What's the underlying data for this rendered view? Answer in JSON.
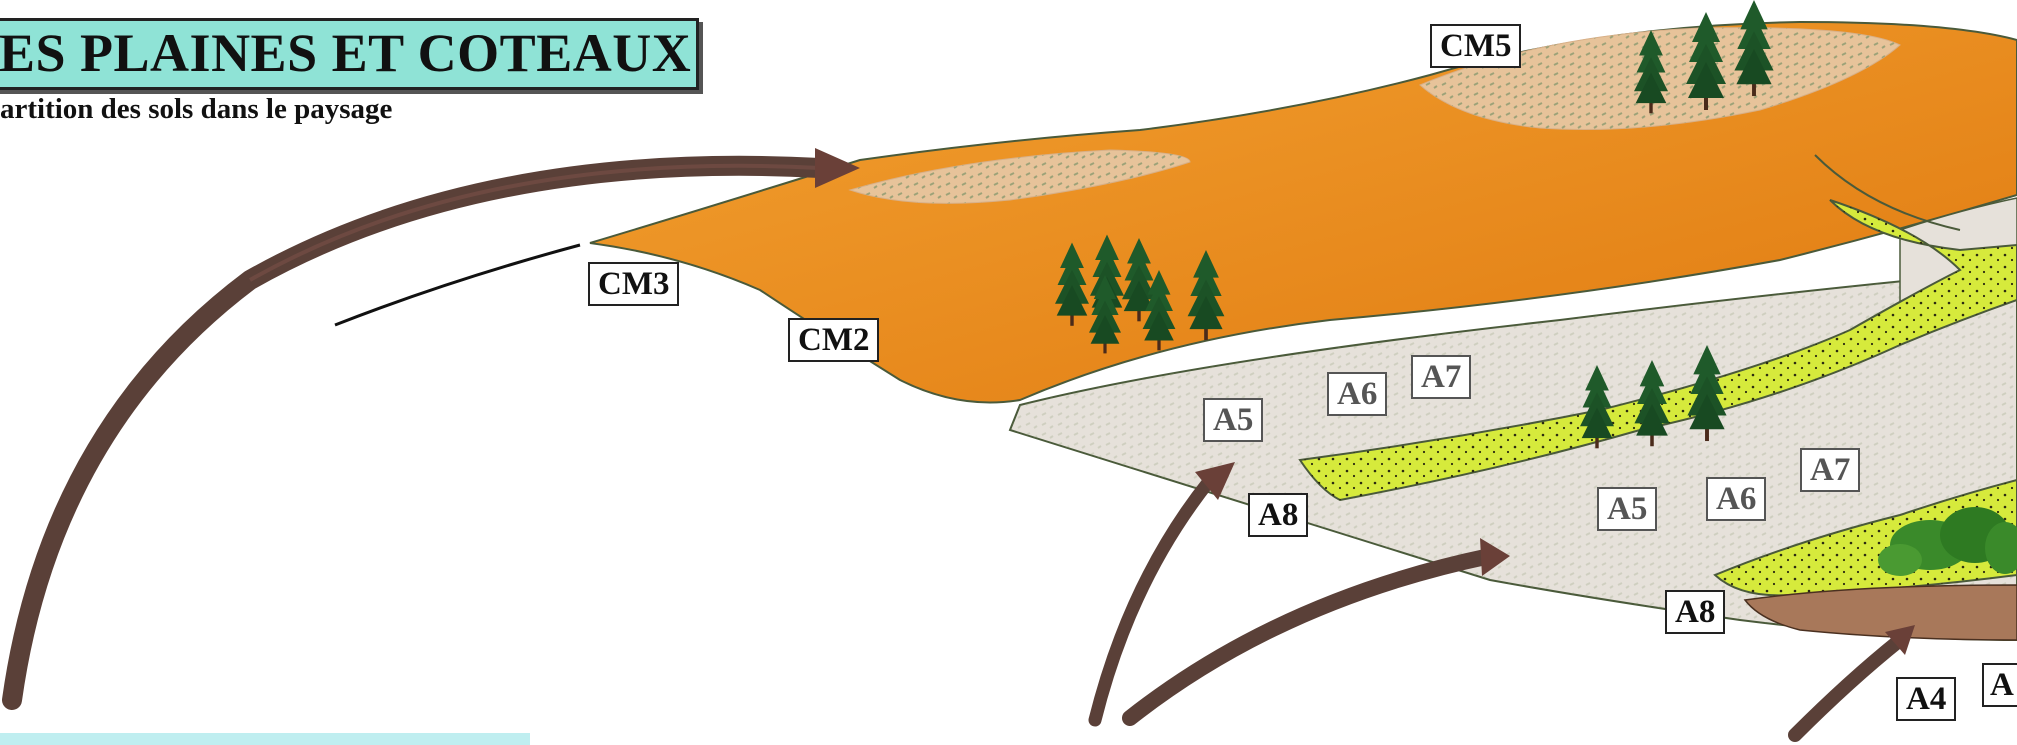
{
  "header": {
    "title": "ES PLAINES ET COTEAUX",
    "subtitle": "artition des sols dans le paysage"
  },
  "labels": {
    "cm5": "CM5",
    "cm3": "CM3",
    "cm2": "CM2",
    "a5_upper": "A5",
    "a6_upper": "A6",
    "a7_upper": "A7",
    "a8_upper": "A8",
    "a5_lower": "A5",
    "a6_lower": "A6",
    "a7_lower": "A7",
    "a8_lower": "A8",
    "a4": "A4",
    "a_cut": "A"
  },
  "colors": {
    "title_band": "#8fe3d6",
    "orange_soil": "#e8901e",
    "pale_soil": "#e6e1da",
    "yellow_green_soil": "#d6ea3c",
    "brown_soil": "#a8785a",
    "arrow_brown": "#5a4038",
    "tree_green": "#1f5a2a"
  }
}
